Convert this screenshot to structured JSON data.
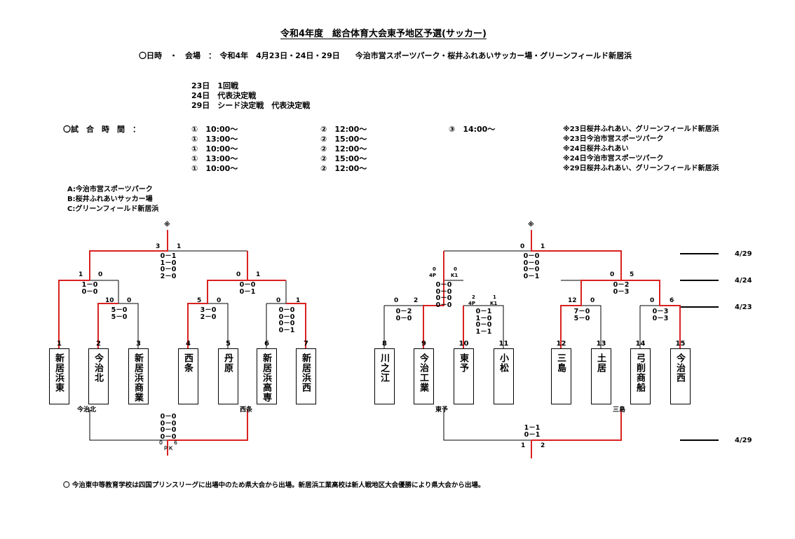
{
  "header": {
    "title": "令和4年度　総合体育大会東予地区予選(サッカー)",
    "schedule_line": "〇日時　・　会場　：　令和4年　4月23日・24日・29日　　今治市営スポーツパーク・桜井ふれあいサッカー場・グリーンフィールド新居浜"
  },
  "days": [
    "23日　1回戦",
    "24日　代表決定戦",
    "29日　シード決定戦　代表決定戦"
  ],
  "times_label": "〇試　合　時　間　：",
  "times": [
    {
      "c1": "①　10:00～",
      "c2": "②　12:00～",
      "c3": "③　14:00～",
      "note": "※23日桜井ふれあい、グリーンフィールド新居浜"
    },
    {
      "c1": "①　13:00～",
      "c2": "②　15:00～",
      "c3": "",
      "note": "※23日今治市営スポーツパーク"
    },
    {
      "c1": "①　10:00～",
      "c2": "②　12:00～",
      "c3": "",
      "note": "※24日桜井ふれあい"
    },
    {
      "c1": "①　13:00～",
      "c2": "②　15:00～",
      "c3": "",
      "note": "※24日今治市営スポーツパーク"
    },
    {
      "c1": "①　10:00～",
      "c2": "②　12:00～",
      "c3": "",
      "note": "※29日桜井ふれあい、グリーンフィールド新居浜"
    }
  ],
  "venues": [
    "A:今治市営スポーツパーク",
    "B:桜井ふれあいサッカー場",
    "C:グリーンフィールド新居浜"
  ],
  "teams": [
    {
      "no": "1",
      "name": "新居浜東"
    },
    {
      "no": "2",
      "name": "今治北"
    },
    {
      "no": "3",
      "name": "新居浜商業"
    },
    {
      "no": "4",
      "name": "西条"
    },
    {
      "no": "5",
      "name": "丹原"
    },
    {
      "no": "6",
      "name": "新居浜高専"
    },
    {
      "no": "7",
      "name": "新居浜西"
    },
    {
      "no": "8",
      "name": "川之江"
    },
    {
      "no": "9",
      "name": "今治工業"
    },
    {
      "no": "10",
      "name": "東予"
    },
    {
      "no": "11",
      "name": "小松"
    },
    {
      "no": "12",
      "name": "三島"
    },
    {
      "no": "13",
      "name": "土居"
    },
    {
      "no": "14",
      "name": "弓削商船"
    },
    {
      "no": "15",
      "name": "今治西"
    }
  ],
  "round_dates": [
    "4/29",
    "4/24",
    "4/23",
    "4/29"
  ],
  "winner_mark": "※",
  "left_bracket": {
    "final_score": [
      "3",
      "1"
    ],
    "final_halves": [
      "0－1",
      "1－0",
      "0－0",
      "2－0"
    ],
    "qf_left_score": [
      "1",
      "0"
    ],
    "qf_left_halves": [
      "1－0",
      "0－0"
    ],
    "r1_2_3_score": [
      "10",
      "0"
    ],
    "r1_2_3_halves": [
      "5－0",
      "5－0"
    ],
    "qf_right_score": [
      "0",
      "1"
    ],
    "qf_right_halves": [
      "0－0",
      "0－1"
    ],
    "r1_4_5_score": [
      "5",
      "0"
    ],
    "r1_4_5_halves": [
      "3－0",
      "2－0"
    ],
    "r1_6_7_score": [
      "0",
      "1"
    ],
    "r1_6_7_halves": [
      "0－0",
      "0－0",
      "0－0",
      "0－1"
    ],
    "playoff_left": "今治北",
    "playoff_right": "西条",
    "playoff_halves": [
      "0－0",
      "0－0",
      "0－0",
      "0－0"
    ],
    "playoff_pk": "０　　６\nＰＫ"
  },
  "right_bracket": {
    "final_score": [
      "0",
      "1"
    ],
    "final_halves": [
      "0－0",
      "0－0",
      "0－0",
      "0－1"
    ],
    "qf_left_score": [
      "0",
      "0"
    ],
    "qf_left_pk": [
      "4P",
      "K1"
    ],
    "qf_left_halves": [
      "0－0",
      "0－0",
      "0－0",
      "0－0"
    ],
    "r1_8_9_score": [
      "0",
      "2"
    ],
    "r1_8_9_halves": [
      "0－2",
      "0－0"
    ],
    "r1_10_11_score": [
      "2",
      "1"
    ],
    "r1_10_11_pk": [
      "4P",
      "K1"
    ],
    "r1_10_11_halves": [
      "0－1",
      "1－0",
      "0－0",
      "1－1"
    ],
    "qf_right_score": [
      "0",
      "5"
    ],
    "qf_right_halves": [
      "0－2",
      "0－3"
    ],
    "r1_12_13_score": [
      "12",
      "0"
    ],
    "r1_12_13_halves": [
      "7－0",
      "5－0"
    ],
    "r1_14_15_score": [
      "0",
      "6"
    ],
    "r1_14_15_halves": [
      "0－3",
      "0－3"
    ],
    "playoff_left": "東予",
    "playoff_right": "三島",
    "playoff_halves": [
      "1－1",
      "0－1"
    ],
    "playoff_score": [
      "1",
      "2"
    ]
  },
  "footnote": "〇 今治東中等教育学校は四国プリンスリーグに出場中のため県大会から出場。新居浜工業高校は新人戦地区大会優勝により県大会から出場。",
  "colors": {
    "win": "#d92121",
    "line": "#000000"
  }
}
